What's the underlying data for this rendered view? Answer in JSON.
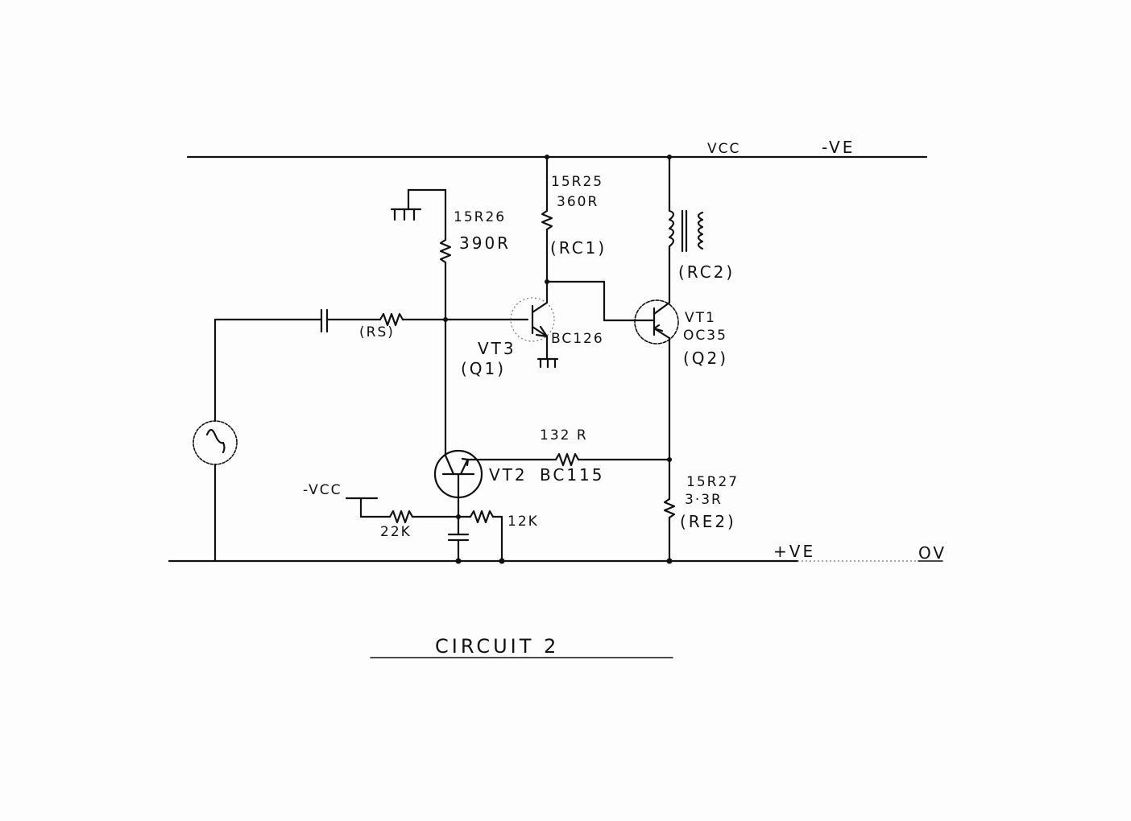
{
  "diagram": {
    "title": "CIRCUIT 2",
    "rails": {
      "top_left": "VCC",
      "top_right": "-VE",
      "bottom_left": "+VE",
      "bottom_right": "OV"
    },
    "components": {
      "r_15r26": {
        "ref": "15R26",
        "value": "390R"
      },
      "r_15r25": {
        "ref": "15R25",
        "value": "360R",
        "alias": "(RC1)"
      },
      "coil_rc2": {
        "alias": "(RC2)"
      },
      "rs": {
        "alias": "(RS)"
      },
      "vt3": {
        "ref": "VT3",
        "part": "BC126",
        "alias": "(Q1)"
      },
      "vt1": {
        "ref": "VT1",
        "part": "OC35",
        "alias": "(Q2)"
      },
      "vt2": {
        "ref": "VT2",
        "part": "BC115"
      },
      "r_132": {
        "value": "132 R"
      },
      "r_15r27": {
        "ref": "15R27",
        "value": "3·3R",
        "alias": "(RE2)"
      },
      "r_22k": {
        "value": "22K"
      },
      "r_12k": {
        "value": "12K"
      },
      "neg_vcc": {
        "label": "-VCC"
      }
    }
  }
}
